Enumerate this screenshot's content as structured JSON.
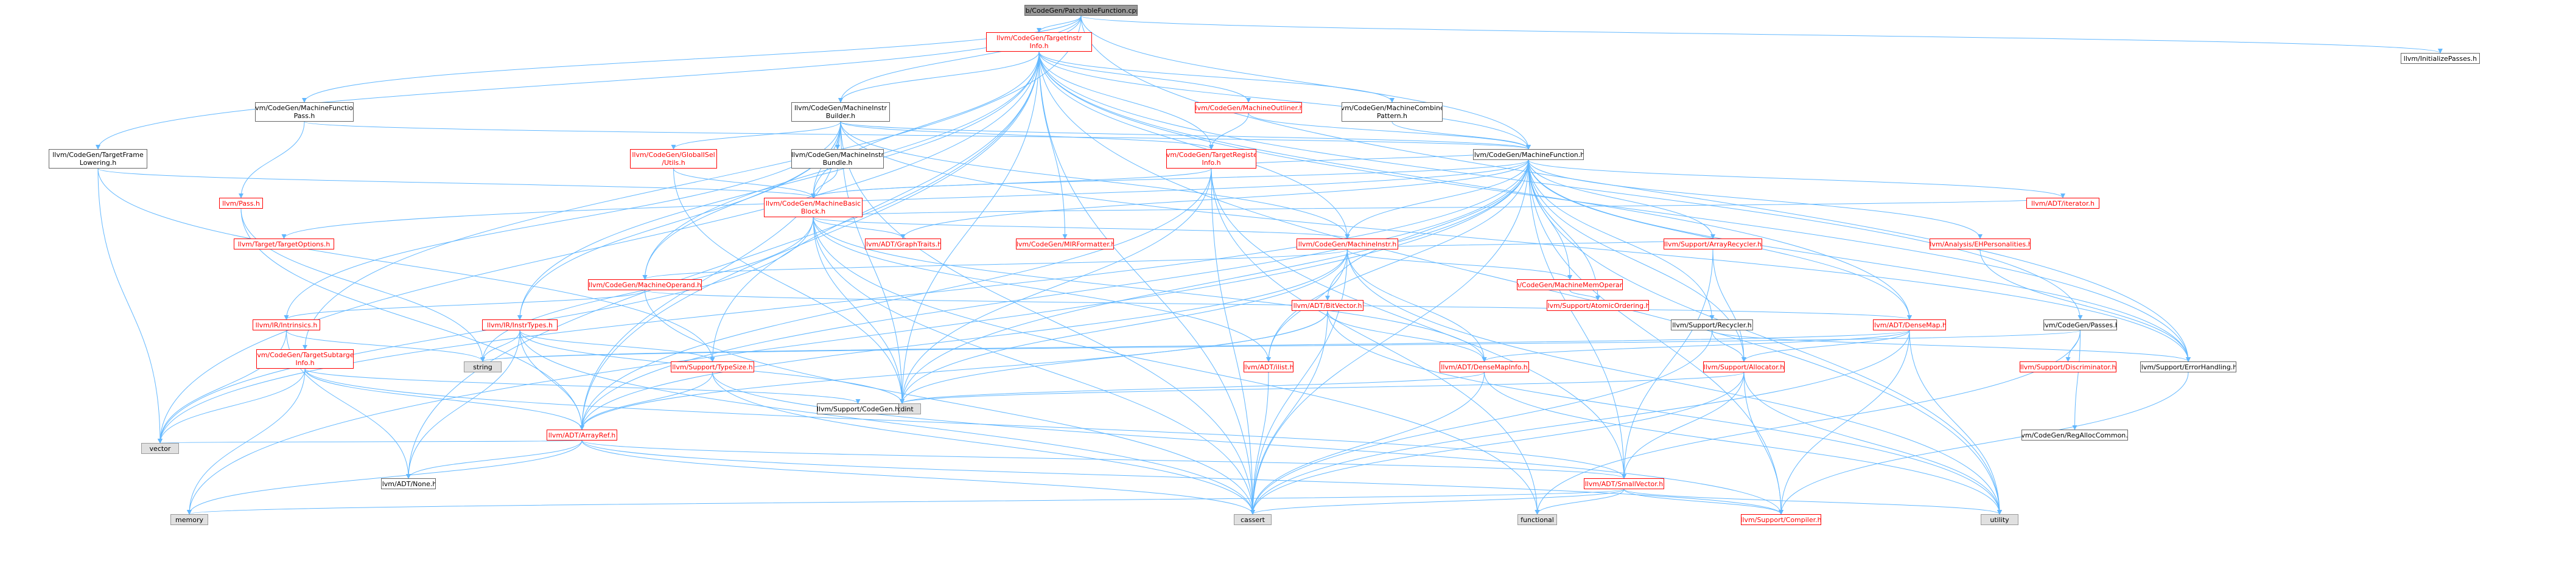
{
  "graph": {
    "colors": {
      "edge": "#63b8ff",
      "link_node_border": "#ff0000",
      "link_node_text": "#ff0000",
      "plain_node_border": "#666666",
      "system_node_fill": "#e0e0e0",
      "root_node_fill": "#999999"
    },
    "nodes": [
      {
        "id": "root",
        "label": "lib/CodeGen/PatchableFunction.cpp",
        "style": "root"
      },
      {
        "id": "tii",
        "label": "llvm/CodeGen/TargetInstr\nInfo.h",
        "style": "red"
      },
      {
        "id": "initpasses",
        "label": "llvm/InitializePasses.h",
        "style": "plain"
      },
      {
        "id": "mfpass",
        "label": "llvm/CodeGen/MachineFunction\nPass.h",
        "style": "plain"
      },
      {
        "id": "mib",
        "label": "llvm/CodeGen/MachineInstr\nBuilder.h",
        "style": "plain"
      },
      {
        "id": "outliner",
        "label": "llvm/CodeGen/MachineOutliner.h",
        "style": "red"
      },
      {
        "id": "combiner",
        "label": "llvm/CodeGen/MachineCombiner\nPattern.h",
        "style": "plain"
      },
      {
        "id": "tfl",
        "label": "llvm/CodeGen/TargetFrame\nLowering.h",
        "style": "plain"
      },
      {
        "id": "gisel",
        "label": "llvm/CodeGen/GlobalISel\n/Utils.h",
        "style": "red"
      },
      {
        "id": "mibundle",
        "label": "llvm/CodeGen/MachineInstr\nBundle.h",
        "style": "plain"
      },
      {
        "id": "tri",
        "label": "llvm/CodeGen/TargetRegister\nInfo.h",
        "style": "red"
      },
      {
        "id": "mf",
        "label": "llvm/CodeGen/MachineFunction.h",
        "style": "plain"
      },
      {
        "id": "pass",
        "label": "llvm/Pass.h",
        "style": "red"
      },
      {
        "id": "mbb",
        "label": "llvm/CodeGen/MachineBasic\nBlock.h",
        "style": "red"
      },
      {
        "id": "iterator",
        "label": "llvm/ADT/iterator.h",
        "style": "red"
      },
      {
        "id": "targetopts",
        "label": "llvm/Target/TargetOptions.h",
        "style": "red"
      },
      {
        "id": "graphtraits",
        "label": "llvm/ADT/GraphTraits.h",
        "style": "red"
      },
      {
        "id": "mirformatter",
        "label": "llvm/CodeGen/MIRFormatter.h",
        "style": "red"
      },
      {
        "id": "mi",
        "label": "llvm/CodeGen/MachineInstr.h",
        "style": "red"
      },
      {
        "id": "arrayrecycler",
        "label": "llvm/Support/ArrayRecycler.h",
        "style": "red"
      },
      {
        "id": "ehpers",
        "label": "llvm/Analysis/EHPersonalities.h",
        "style": "red"
      },
      {
        "id": "mo",
        "label": "llvm/CodeGen/MachineOperand.h",
        "style": "red"
      },
      {
        "id": "mmo",
        "label": "llvm/CodeGen/MachineMemOperand.h",
        "style": "red"
      },
      {
        "id": "atomic",
        "label": "llvm/Support/AtomicOrdering.h",
        "style": "red"
      },
      {
        "id": "bitvector",
        "label": "llvm/ADT/BitVector.h",
        "style": "red"
      },
      {
        "id": "intrinsics",
        "label": "llvm/IR/Intrinsics.h",
        "style": "red"
      },
      {
        "id": "instrtypes",
        "label": "llvm/IR/InstrTypes.h",
        "style": "red"
      },
      {
        "id": "recycler",
        "label": "llvm/Support/Recycler.h",
        "style": "plain"
      },
      {
        "id": "densemap",
        "label": "llvm/ADT/DenseMap.h",
        "style": "red"
      },
      {
        "id": "cgpasses",
        "label": "llvm/CodeGen/Passes.h",
        "style": "plain"
      },
      {
        "id": "tsi",
        "label": "llvm/CodeGen/TargetSubtarget\nInfo.h",
        "style": "red"
      },
      {
        "id": "string",
        "label": "string",
        "style": "grey"
      },
      {
        "id": "typesize",
        "label": "llvm/Support/TypeSize.h",
        "style": "red"
      },
      {
        "id": "ilist",
        "label": "llvm/ADT/ilist.h",
        "style": "red"
      },
      {
        "id": "dmi",
        "label": "llvm/ADT/DenseMapInfo.h",
        "style": "red"
      },
      {
        "id": "allocator",
        "label": "llvm/Support/Allocator.h",
        "style": "red"
      },
      {
        "id": "discriminator",
        "label": "llvm/Support/Discriminator.h",
        "style": "red"
      },
      {
        "id": "errorhandling",
        "label": "llvm/Support/ErrorHandling.h",
        "style": "plain"
      },
      {
        "id": "cstdint",
        "label": "cstdint",
        "style": "grey"
      },
      {
        "id": "codegen",
        "label": "llvm/Support/CodeGen.h",
        "style": "plain"
      },
      {
        "id": "arrayref",
        "label": "llvm/ADT/ArrayRef.h",
        "style": "red"
      },
      {
        "id": "regalloc",
        "label": "llvm/CodeGen/RegAllocCommon.h",
        "style": "plain"
      },
      {
        "id": "vector",
        "label": "vector",
        "style": "grey"
      },
      {
        "id": "none",
        "label": "llvm/ADT/None.h",
        "style": "plain"
      },
      {
        "id": "smallvector",
        "label": "llvm/ADT/SmallVector.h",
        "style": "red"
      },
      {
        "id": "memory",
        "label": "memory",
        "style": "grey"
      },
      {
        "id": "cassert",
        "label": "cassert",
        "style": "grey"
      },
      {
        "id": "functional",
        "label": "functional",
        "style": "grey"
      },
      {
        "id": "compiler",
        "label": "llvm/Support/Compiler.h",
        "style": "red"
      },
      {
        "id": "utility",
        "label": "utility",
        "style": "grey"
      }
    ],
    "edges": [
      [
        "root",
        "tii"
      ],
      [
        "root",
        "initpasses"
      ],
      [
        "root",
        "mfpass"
      ],
      [
        "root",
        "mib"
      ],
      [
        "root",
        "tfl"
      ],
      [
        "root",
        "tsi"
      ],
      [
        "root",
        "mf"
      ],
      [
        "root",
        "errorhandling"
      ],
      [
        "tii",
        "mib"
      ],
      [
        "tii",
        "outliner"
      ],
      [
        "tii",
        "combiner"
      ],
      [
        "tii",
        "mf"
      ],
      [
        "tii",
        "mbb"
      ],
      [
        "tii",
        "mi"
      ],
      [
        "tii",
        "mo"
      ],
      [
        "tii",
        "mirformatter"
      ],
      [
        "tii",
        "tri"
      ],
      [
        "tii",
        "densemap"
      ],
      [
        "tii",
        "cgpasses"
      ],
      [
        "tii",
        "arrayref"
      ],
      [
        "tii",
        "none"
      ],
      [
        "tii",
        "errorhandling"
      ],
      [
        "tii",
        "cstdint"
      ],
      [
        "tii",
        "cassert"
      ],
      [
        "tii",
        "vector"
      ],
      [
        "tii",
        "utility"
      ],
      [
        "tii",
        "typesize"
      ],
      [
        "tii",
        "instrtypes"
      ],
      [
        "mfpass",
        "mf"
      ],
      [
        "mfpass",
        "pass"
      ],
      [
        "mib",
        "gisel"
      ],
      [
        "mib",
        "mibundle"
      ],
      [
        "mib",
        "mbb"
      ],
      [
        "mib",
        "mi"
      ],
      [
        "mib",
        "mo"
      ],
      [
        "mib",
        "mf"
      ],
      [
        "mib",
        "tri"
      ],
      [
        "mib",
        "intrinsics"
      ],
      [
        "mib",
        "instrtypes"
      ],
      [
        "mib",
        "arrayref"
      ],
      [
        "mib",
        "errorhandling"
      ],
      [
        "mib",
        "cstdint"
      ],
      [
        "mib",
        "cassert"
      ],
      [
        "outliner",
        "mf"
      ],
      [
        "outliner",
        "tri"
      ],
      [
        "combiner",
        "mf"
      ],
      [
        "tfl",
        "mbb"
      ],
      [
        "tfl",
        "typesize"
      ],
      [
        "tfl",
        "vector"
      ],
      [
        "gisel",
        "mbb"
      ],
      [
        "gisel",
        "cstdint"
      ],
      [
        "mibundle",
        "mbb"
      ],
      [
        "tri",
        "mbb"
      ],
      [
        "tri",
        "mf"
      ],
      [
        "tri",
        "arrayref"
      ],
      [
        "tri",
        "smallvector"
      ],
      [
        "tri",
        "cassert"
      ],
      [
        "tri",
        "cstdint"
      ],
      [
        "tri",
        "functional"
      ],
      [
        "mf",
        "mbb"
      ],
      [
        "mf",
        "mi"
      ],
      [
        "mf",
        "mmo"
      ],
      [
        "mf",
        "atomic"
      ],
      [
        "mf",
        "arrayrecycler"
      ],
      [
        "mf",
        "recycler"
      ],
      [
        "mf",
        "allocator"
      ],
      [
        "mf",
        "densemap"
      ],
      [
        "mf",
        "ehpers"
      ],
      [
        "mf",
        "bitvector"
      ],
      [
        "mf",
        "graphtraits"
      ],
      [
        "mf",
        "smallvector"
      ],
      [
        "mf",
        "ilist"
      ],
      [
        "mf",
        "iterator"
      ],
      [
        "mf",
        "errorhandling"
      ],
      [
        "mf",
        "compiler"
      ],
      [
        "mf",
        "cassert"
      ],
      [
        "mf",
        "cstdint"
      ],
      [
        "mf",
        "memory"
      ],
      [
        "mf",
        "utility"
      ],
      [
        "mf",
        "vector"
      ],
      [
        "mf",
        "arrayref"
      ],
      [
        "mf",
        "targetopts"
      ],
      [
        "pass",
        "string"
      ],
      [
        "pass",
        "arrayref"
      ],
      [
        "mbb",
        "mi"
      ],
      [
        "mbb",
        "graphtraits"
      ],
      [
        "mbb",
        "ilist"
      ],
      [
        "mbb",
        "dmi"
      ],
      [
        "mbb",
        "cassert"
      ],
      [
        "mbb",
        "cstdint"
      ],
      [
        "mbb",
        "functional"
      ],
      [
        "mbb",
        "string"
      ],
      [
        "mbb",
        "vector"
      ],
      [
        "mbb",
        "iterator"
      ],
      [
        "mi",
        "mmo"
      ],
      [
        "mi",
        "mo"
      ],
      [
        "mi",
        "arrayrecycler"
      ],
      [
        "mi",
        "ilist"
      ],
      [
        "mi",
        "dmi"
      ],
      [
        "mi",
        "cassert"
      ],
      [
        "mi",
        "cstdint"
      ],
      [
        "mi",
        "utility"
      ],
      [
        "mi",
        "arrayref"
      ],
      [
        "mo",
        "intrinsics"
      ],
      [
        "mo",
        "densemap"
      ],
      [
        "mo",
        "cassert"
      ],
      [
        "mmo",
        "atomic"
      ],
      [
        "arrayrecycler",
        "allocator"
      ],
      [
        "arrayrecycler",
        "smallvector"
      ],
      [
        "ehpers",
        "errorhandling"
      ],
      [
        "bitvector",
        "dmi"
      ],
      [
        "bitvector",
        "arrayref"
      ],
      [
        "bitvector",
        "cassert"
      ],
      [
        "bitvector",
        "cstdint"
      ],
      [
        "bitvector",
        "utility"
      ],
      [
        "intrinsics",
        "string"
      ],
      [
        "intrinsics",
        "vector"
      ],
      [
        "intrinsics",
        "none"
      ],
      [
        "instrtypes",
        "arrayref"
      ],
      [
        "instrtypes",
        "string"
      ],
      [
        "instrtypes",
        "none"
      ],
      [
        "instrtypes",
        "cstdint"
      ],
      [
        "instrtypes",
        "cassert"
      ],
      [
        "instrtypes",
        "typesize"
      ],
      [
        "recycler",
        "allocator"
      ],
      [
        "recycler",
        "errorhandling"
      ],
      [
        "recycler",
        "cassert"
      ],
      [
        "densemap",
        "dmi"
      ],
      [
        "densemap",
        "allocator"
      ],
      [
        "densemap",
        "compiler"
      ],
      [
        "densemap",
        "cassert"
      ],
      [
        "densemap",
        "utility"
      ],
      [
        "densemap",
        "string"
      ],
      [
        "cgpasses",
        "discriminator"
      ],
      [
        "cgpasses",
        "regalloc"
      ],
      [
        "cgpasses",
        "functional"
      ],
      [
        "cgpasses",
        "string"
      ],
      [
        "tsi",
        "arrayref"
      ],
      [
        "tsi",
        "codegen"
      ],
      [
        "tsi",
        "smallvector"
      ],
      [
        "tsi",
        "memory"
      ],
      [
        "tsi",
        "vector"
      ],
      [
        "typesize",
        "compiler"
      ],
      [
        "typesize",
        "cassert"
      ],
      [
        "typesize",
        "arrayref"
      ],
      [
        "ilist",
        "cassert"
      ],
      [
        "dmi",
        "cassert"
      ],
      [
        "dmi",
        "cstdint"
      ],
      [
        "dmi",
        "utility"
      ],
      [
        "allocator",
        "compiler"
      ],
      [
        "allocator",
        "smallvector"
      ],
      [
        "allocator",
        "cassert"
      ],
      [
        "allocator",
        "cstdint"
      ],
      [
        "allocator",
        "utility"
      ],
      [
        "errorhandling",
        "compiler"
      ],
      [
        "arrayref",
        "none"
      ],
      [
        "arrayref",
        "smallvector"
      ],
      [
        "arrayref",
        "compiler"
      ],
      [
        "arrayref",
        "cassert"
      ],
      [
        "arrayref",
        "memory"
      ],
      [
        "arrayref",
        "vector"
      ],
      [
        "smallvector",
        "compiler"
      ],
      [
        "smallvector",
        "cassert"
      ],
      [
        "smallvector",
        "functional"
      ],
      [
        "smallvector",
        "memory"
      ],
      [
        "smallvector",
        "utility"
      ]
    ]
  }
}
